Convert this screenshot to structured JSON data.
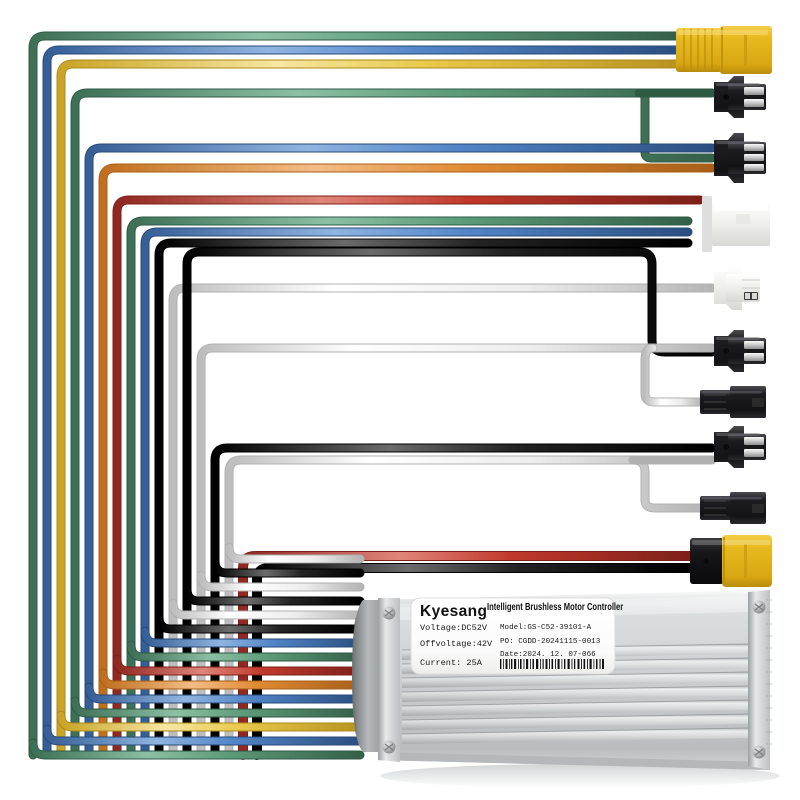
{
  "product": {
    "type": "brushless-motor-controller",
    "brand": "Kyesang",
    "tagline": "Intelligent Brushless  Motor Controller"
  },
  "label": {
    "voltage_line": "Voltage:DC52V",
    "offvoltage_line": "Offvoltage:42V",
    "current_line": "Current: 25A",
    "model_line": "Model:GS-C52-39101-A",
    "po_line": "PO: CGDD-20241115-0013",
    "date_line": "Date:2024. 12. 07-066",
    "barcode": "barcode"
  },
  "colors": {
    "green": "#4f8f6f",
    "green_hi": "#8cc0a4",
    "blue": "#4a7ec0",
    "blue_hi": "#8fb4e0",
    "yellow": "#e8c84a",
    "yellow_hi": "#f4e49a",
    "orange": "#e08a33",
    "orange_hi": "#f0b57a",
    "red": "#c0392b",
    "red_hi": "#e08478",
    "black": "#1a1a1a",
    "black_hi": "#5a5a5a",
    "white": "#f2f2f2",
    "white_hi": "#ffffff",
    "connector_yellow": "#e8b91e",
    "connector_black": "#17171a",
    "connector_white": "#f0f0ee",
    "case_body": "#c9cbcc",
    "case_light": "#e8eaea",
    "case_dark": "#9fa3a5"
  },
  "wires": [
    {
      "name": "phase-green-outer",
      "color_key": "green",
      "order": 1
    },
    {
      "name": "phase-blue-outer",
      "color_key": "blue",
      "order": 2
    },
    {
      "name": "phase-yellow-outer",
      "color_key": "yellow",
      "order": 3
    },
    {
      "name": "hall-green",
      "color_key": "green",
      "order": 4
    },
    {
      "name": "hall-blue",
      "color_key": "blue",
      "order": 5
    },
    {
      "name": "hall-orange",
      "color_key": "orange",
      "order": 6
    },
    {
      "name": "hall-red",
      "color_key": "red",
      "order": 7
    },
    {
      "name": "signal-green",
      "color_key": "green",
      "order": 8
    },
    {
      "name": "signal-blue",
      "color_key": "blue",
      "order": 9
    },
    {
      "name": "signal-black-1",
      "color_key": "black",
      "order": 10
    },
    {
      "name": "signal-white-1",
      "color_key": "white",
      "order": 11
    },
    {
      "name": "signal-black-2",
      "color_key": "black",
      "order": 12
    },
    {
      "name": "signal-white-2",
      "color_key": "white",
      "order": 13
    }
  ],
  "connectors": [
    {
      "name": "xt-phase-connector",
      "kind": "xt-yellow",
      "pins": 3,
      "label": "motor phase connector"
    },
    {
      "name": "sm-2pin-connector-top",
      "kind": "sm-black-2pin",
      "pins": 2,
      "label": "2-pin SM connector"
    },
    {
      "name": "sm-3pin-connector",
      "kind": "sm-black-3pin",
      "pins": 3,
      "label": "3-pin SM connector"
    },
    {
      "name": "hall-connector-white",
      "kind": "white-6pin",
      "pins": 6,
      "label": "hall sensor connector"
    },
    {
      "name": "white-2pin-connector",
      "kind": "white-2pin",
      "pins": 2,
      "label": "2-pin white connector"
    },
    {
      "name": "sm-2pin-connector-a",
      "kind": "sm-black-2pin",
      "pins": 2,
      "label": "2-pin SM connector"
    },
    {
      "name": "sm-2pin-connector-b",
      "kind": "sm-black-male",
      "pins": 2,
      "label": "2-pin SM connector"
    },
    {
      "name": "sm-2pin-connector-c",
      "kind": "sm-black-2pin",
      "pins": 2,
      "label": "2-pin SM connector"
    },
    {
      "name": "sm-2pin-connector-d",
      "kind": "sm-black-male",
      "pins": 2,
      "label": "2-pin SM connector"
    },
    {
      "name": "xt60-power-connector",
      "kind": "xt60",
      "pins": 2,
      "label": "XT60 battery connector"
    }
  ]
}
